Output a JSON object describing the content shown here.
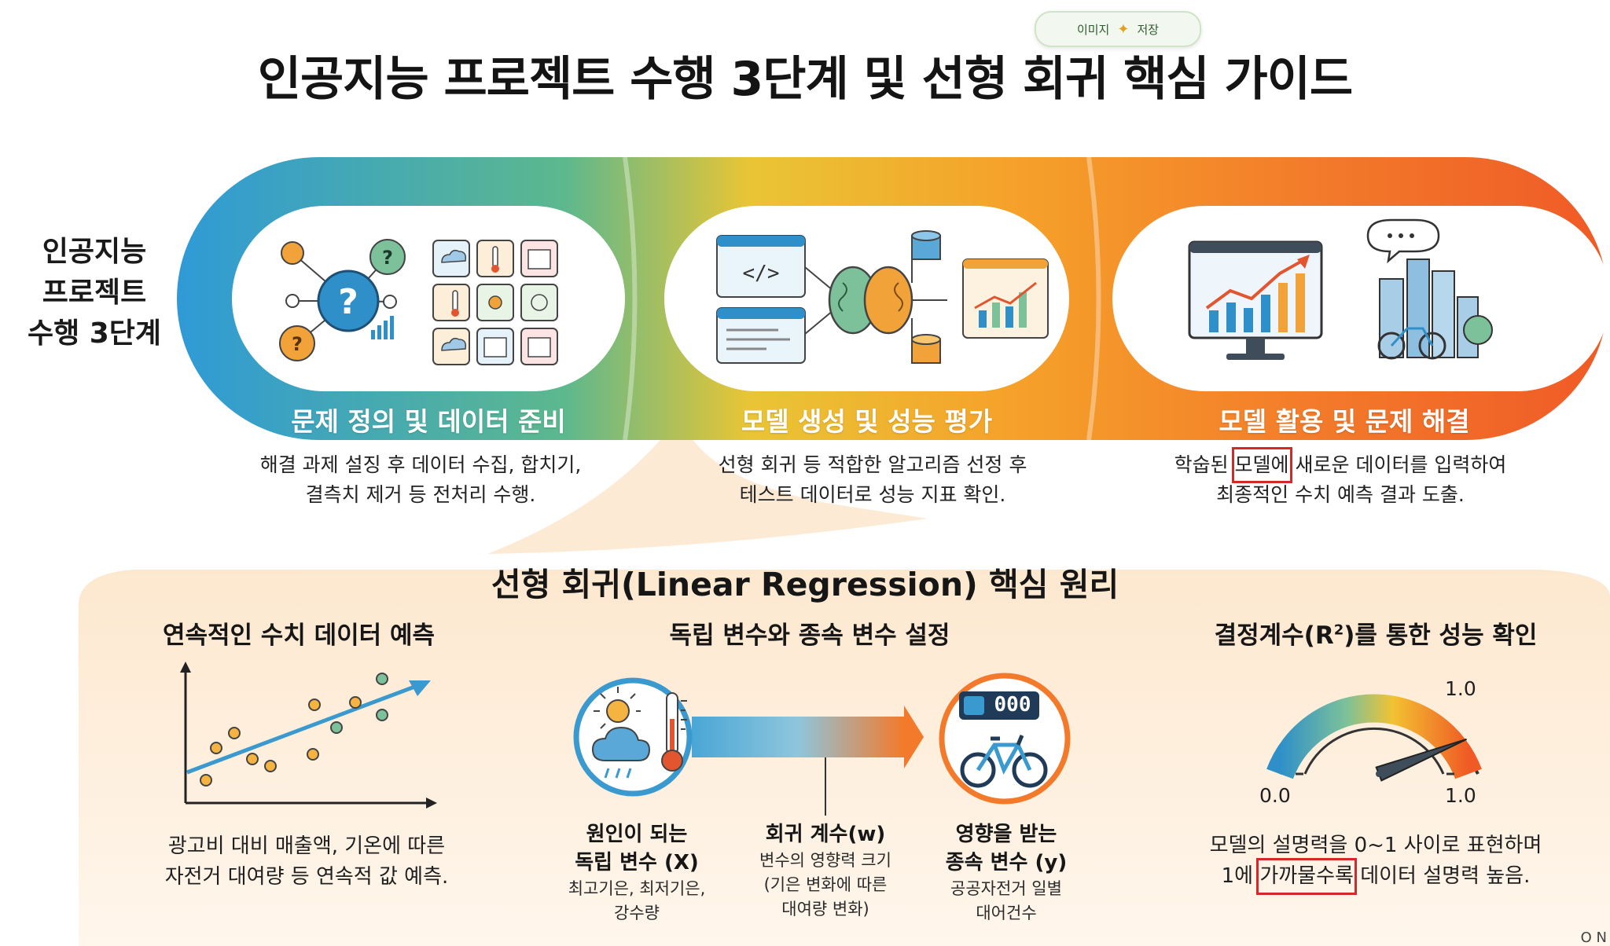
{
  "save_button": {
    "label_left": "이미지",
    "label_right": "저장",
    "icon": "sparkle-icon"
  },
  "title": "인공지능 프로젝트 수행 3단계 및 선형 회귀 핵심 가이드",
  "side_title": [
    "인공지능",
    "프로젝트",
    "수행 3단계"
  ],
  "stages": [
    {
      "label": "문제 정의 및 데이터 준비",
      "desc_line1": "해결 과제 설징 후 데이터 수집, 합치기,",
      "desc_line2": "결측치 제거 등 전처리 수행.",
      "color": "#3a9ad0"
    },
    {
      "label": "모델 생성 및 성능 평가",
      "desc_line1": "선형 회귀 등 적합한 알고리즘 선정 후",
      "desc_line2": "테스트 데이터로 성능 지표 확인.",
      "color": "#f0a531"
    },
    {
      "label": "모델 활용 및 문제 해결",
      "desc_line1_pre": "학숩된 ",
      "desc_line1_hl": "모델에",
      "desc_line1_post": " 새로운 데이터를 입력하여",
      "desc_line2": "최종적인 수치 예측 결과 도출.",
      "color": "#f26c2b"
    }
  ],
  "section_title": "선형 회귀(Linear Regression) 핵심 원리",
  "columns": {
    "left": {
      "title": "연속적인 수치 데이터 예측",
      "desc_line1": "광고비 대비 매출액, 기온에 따른",
      "desc_line2": "자전거 대여량 등 연속적 값 예측."
    },
    "middle": {
      "title": "독립 변수와 종속 변수 설정",
      "counter": "000",
      "indep_head1": "원인이 되는",
      "indep_head2": "독립 변수 (X)",
      "indep_sub1": "최고기은, 최저기은,",
      "indep_sub2": "강수량",
      "coef_head": "회귀 계수(w)",
      "coef_sub1": "변수의 영향력 크기",
      "coef_sub2": "(기은 변화에 따른",
      "coef_sub3": "대여량 변화)",
      "dep_head1": "영향을 받는",
      "dep_head2": "종속 변수 (y)",
      "dep_sub1": "공공자전거 일별",
      "dep_sub2": "대어건수"
    },
    "right": {
      "title_pre": "결정계수(R",
      "title_sup": "2",
      "title_post": ")를 통한 성능 확인",
      "gauge_top": "1.0",
      "gauge_min": "0.0",
      "gauge_max": "1.0",
      "gauge_value_fraction": 0.88,
      "desc_line1": "모델의 설명력을 0~1 사이로 표현하며",
      "desc_line2_pre": "1에 ",
      "desc_line2_hl": "가까물수록",
      "desc_line2_post": " 데이터 설명력 높음."
    }
  },
  "edge_text": "O N"
}
